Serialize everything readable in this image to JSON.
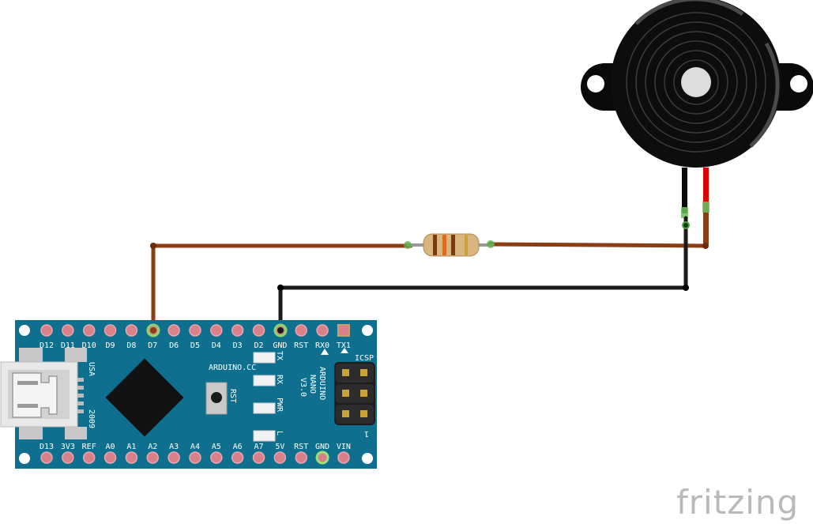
{
  "board": {
    "top_pins": [
      "D12",
      "D11",
      "D10",
      "D9",
      "D8",
      "D7",
      "D6",
      "D5",
      "D4",
      "D3",
      "D2",
      "GND",
      "RST",
      "RX0",
      "TX1"
    ],
    "bottom_pins": [
      "D13",
      "3V3",
      "REF",
      "A0",
      "A1",
      "A2",
      "A3",
      "A4",
      "A5",
      "A6",
      "A7",
      "5V",
      "RST",
      "GND",
      "VIN"
    ],
    "brand": "ARDUINO.CC",
    "model": [
      "ARDUINO",
      "NANO",
      "V3.0"
    ],
    "usa": "USA",
    "year": "2009",
    "rst": "RST",
    "icsp": "ICSP",
    "leds": [
      "TX",
      "RX",
      "PWR",
      "L"
    ],
    "corner_mark": "1",
    "color": "#0f6f8e"
  },
  "watermark": "fritzing",
  "wires": {
    "signal_color": "#8b3e14",
    "ground_color": "#1a1a1a"
  }
}
